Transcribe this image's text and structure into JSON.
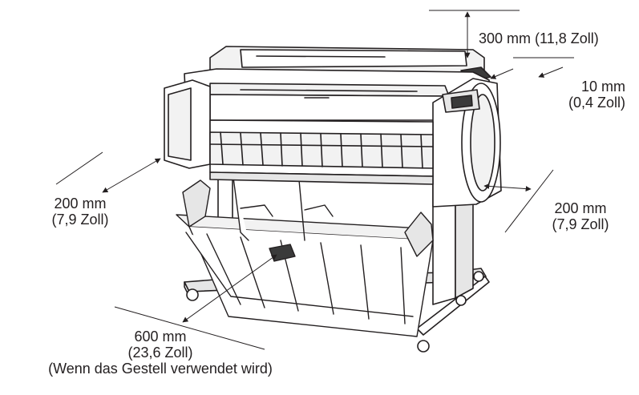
{
  "clearances": {
    "top": {
      "line1": "300 mm (11,8 Zoll)"
    },
    "back": {
      "line1": "10 mm",
      "line2": "(0,4 Zoll)"
    },
    "left": {
      "line1": "200 mm",
      "line2": "(7,9 Zoll)"
    },
    "right": {
      "line1": "200 mm",
      "line2": "(7,9 Zoll)"
    },
    "front": {
      "line1": "600 mm",
      "line2": "(23,6 Zoll)",
      "line3": "(Wenn das Gestell verwendet wird)"
    }
  },
  "colors": {
    "line": "#231f20",
    "body_fill": "#ffffff",
    "shade_fill": "#e6e6e6",
    "dark_fill": "#3a3a3a"
  },
  "icons": [
    "printer-with-stand-illustration",
    "dimension-arrow"
  ]
}
